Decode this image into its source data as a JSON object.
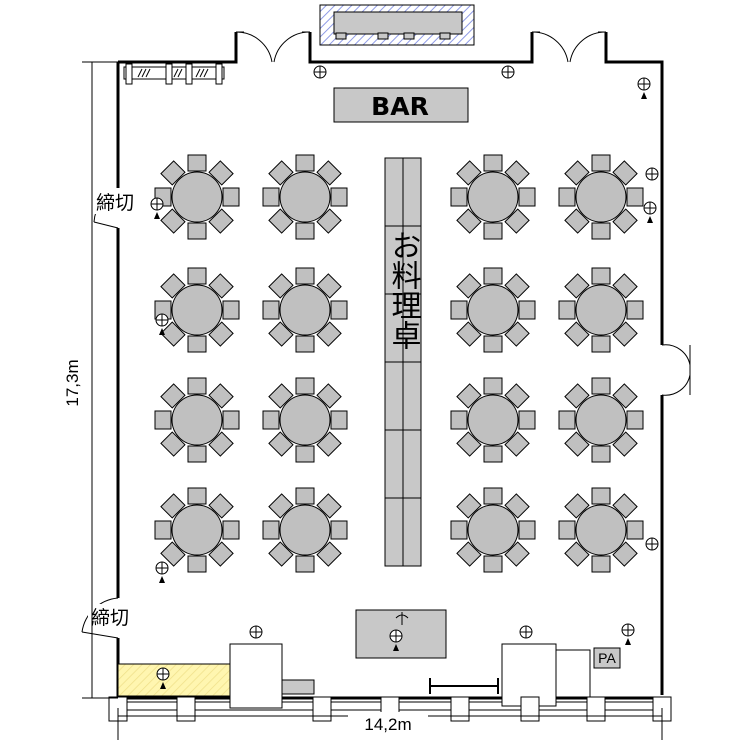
{
  "bar": {
    "label": "BAR"
  },
  "buffet": {
    "label": "お料理卓"
  },
  "exits": {
    "upper_label": "締切",
    "lower_label": "締切"
  },
  "dimensions": {
    "height_label": "17,3m",
    "width_label": "14,2m"
  },
  "pa": {
    "label": "PA"
  },
  "layout": {
    "round_tables": 16,
    "seats_per_table": 8
  },
  "colors": {
    "table_fill": "#c0c0c0",
    "chair_fill": "#c0c0c0",
    "wall": "#000000",
    "highlight": "#fff6b0",
    "stage_hatch": "#9ea8e8"
  }
}
